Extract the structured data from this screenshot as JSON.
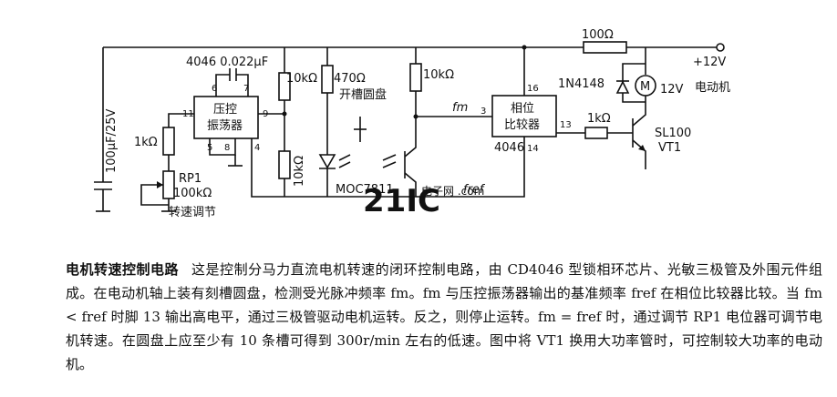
{
  "diagram": {
    "labels": {
      "r_top": "100Ω",
      "vcc": "+12V",
      "chip_osc_tag": "4046 0.022μF",
      "r_10k_a": "10kΩ",
      "r_470": "470Ω",
      "disc": "开槽圆盘",
      "r_10k_b": "10kΩ",
      "osc_line1": "压控",
      "osc_line2": "振荡器",
      "pd_line1": "相位",
      "pd_line2": "比较器",
      "pd_chip": "4046",
      "diode": "1N4148",
      "motor_symbol": "M",
      "motor_v": "12V",
      "motor": "电动机",
      "r_1k_right": "1kΩ",
      "transistor1": "SL100",
      "transistor2": "VT1",
      "cap": "100μF/25V",
      "r_1k_left": "1kΩ",
      "rp1": "RP1",
      "rp1_val": "100kΩ",
      "rp1_func": "转速调节",
      "r_10k_c": "10kΩ",
      "opto": "MOC7811",
      "fm": "fm",
      "fref": "fref",
      "pin6": "6",
      "pin7": "7",
      "pin11": "11",
      "pin9": "9",
      "pin5": "5",
      "pin8": "8",
      "pin4": "4",
      "pin3": "3",
      "pin16": "16",
      "pin13": "13",
      "pin14": "14",
      "watermark": "21IC",
      "watermark_sub": "电子网 .com"
    }
  },
  "description": {
    "heading": "电机转速控制电路",
    "body": "这是控制分马力直流电机转速的闭环控制电路，由 CD4046 型锁相环芯片、光敏三极管及外围元件组成。在电动机轴上装有刻槽圆盘，检测受光脉冲频率 fm。fm 与压控振荡器输出的基准频率 fref 在相位比较器比较。当 fm < fref 时脚 13 输出高电平，通过三极管驱动电机运转。反之，则停止运转。fm = fref 时，通过调节 RP1 电位器可调节电机转速。在圆盘上应至少有 10 条槽可得到 300r/min 左右的低速。图中将 VT1 换用大功率管时，可控制较大功率的电动机。"
  }
}
